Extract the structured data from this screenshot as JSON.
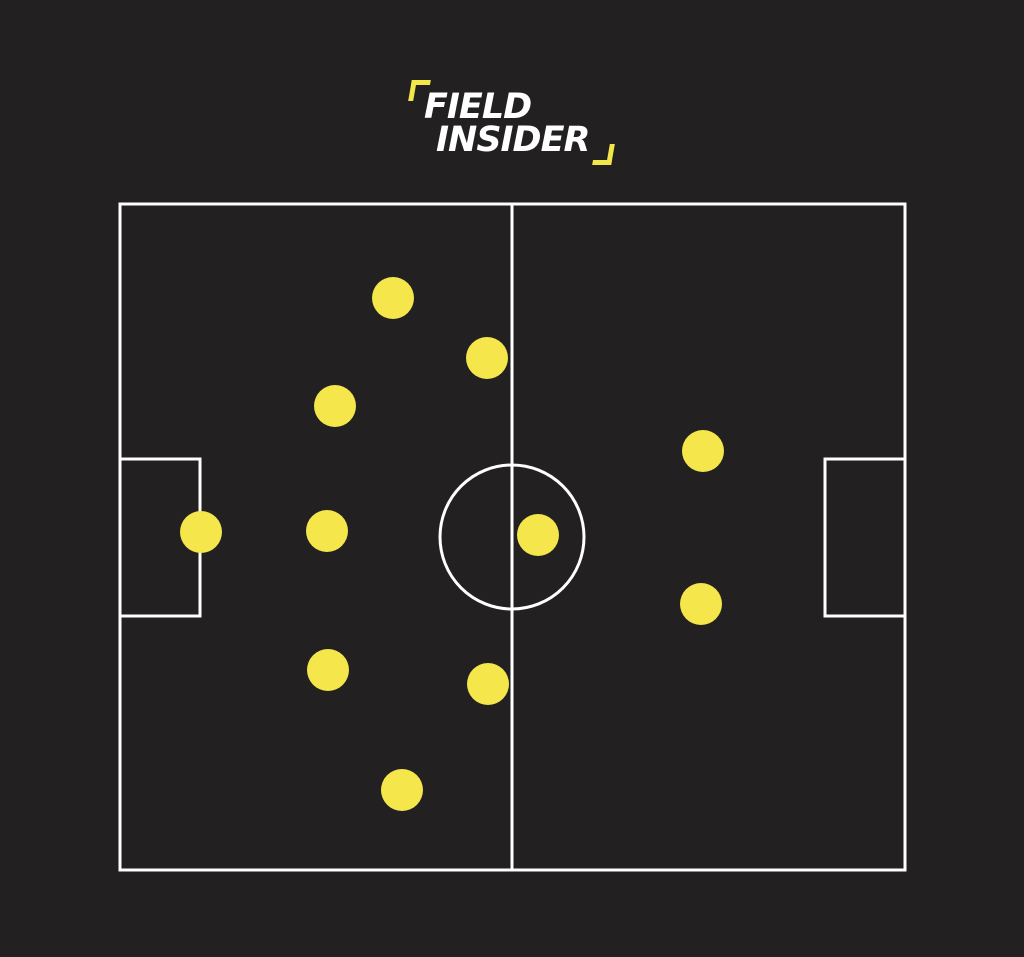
{
  "logo": {
    "line1": "FIELD",
    "line2": "INSIDER"
  },
  "colors": {
    "background": "#222021",
    "lines": "#ffffff",
    "player": "#f5e64b",
    "logo_accent": "#f2e64a"
  },
  "players_count": 11
}
